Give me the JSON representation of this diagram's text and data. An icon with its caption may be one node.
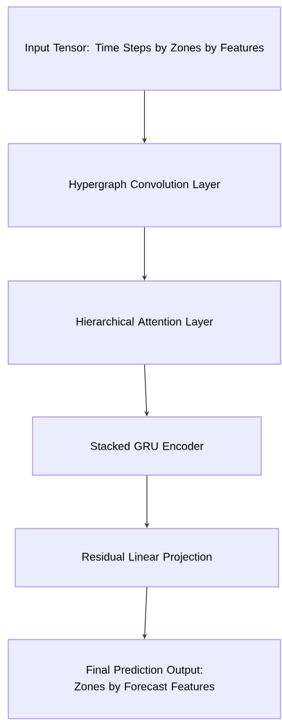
{
  "diagram": {
    "nodes": [
      {
        "text": [
          "Input Tensor: Time Steps by Zones by Features"
        ]
      },
      {
        "text": [
          "Hypergraph Convolution Layer"
        ]
      },
      {
        "text": [
          "Hierarchical Attention Layer"
        ]
      },
      {
        "text": [
          "Stacked GRU Encoder"
        ]
      },
      {
        "text": [
          "Residual Linear Projection"
        ]
      },
      {
        "text": [
          "Final Prediction Output: Zones by Forecast Features"
        ]
      }
    ],
    "edges": [
      {
        "from": 0,
        "to": 1,
        "arrow": "to"
      },
      {
        "from": 1,
        "to": 2,
        "arrow": "to"
      },
      {
        "from": 2,
        "to": 3,
        "arrow": "to"
      },
      {
        "from": 3,
        "to": 4,
        "arrow": "to"
      },
      {
        "from": 4,
        "to": 5,
        "arrow": "to"
      }
    ]
  }
}
